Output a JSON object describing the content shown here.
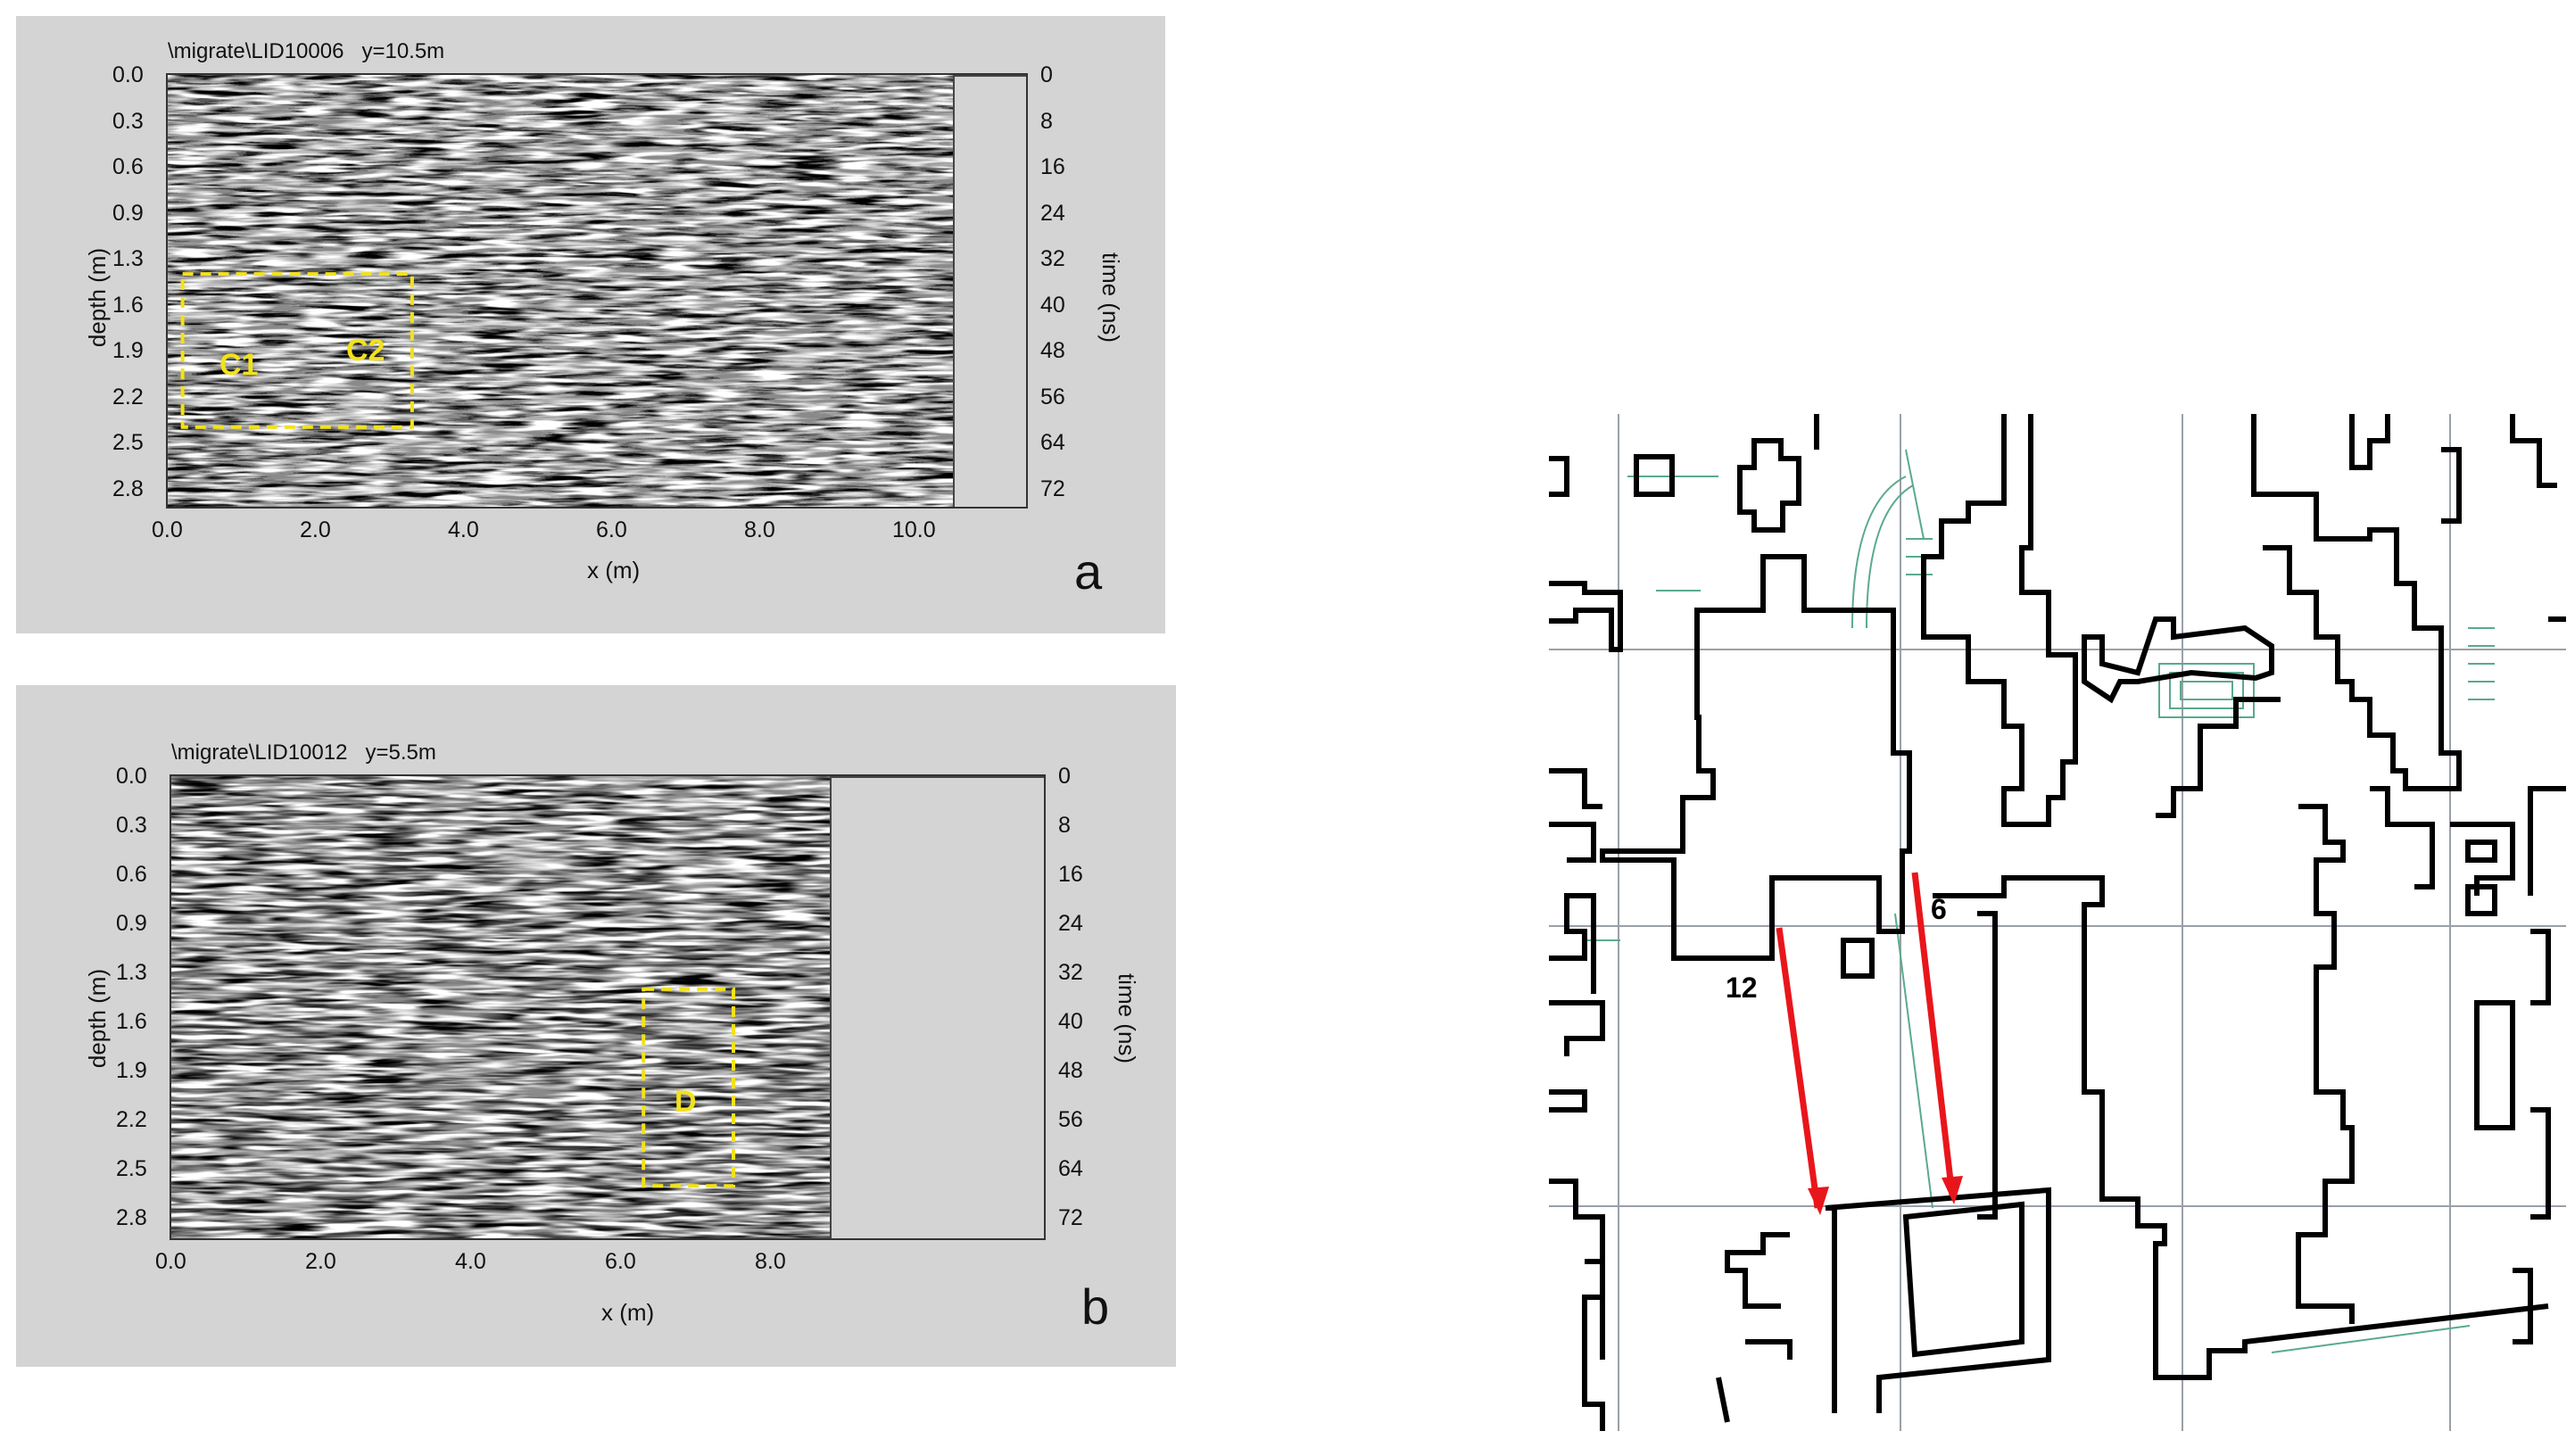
{
  "figure": {
    "panel_a": {
      "title": "\\migrate\\LID10006   y=10.5m",
      "xlabel": "x (m)",
      "ylabel_left": "depth (m)",
      "ylabel_right": "time (ns)",
      "depth_ticks": [
        "0.0",
        "0.3",
        "0.6",
        "0.9",
        "1.3",
        "1.6",
        "1.9",
        "2.2",
        "2.5",
        "2.8"
      ],
      "time_ticks": [
        "0",
        "8",
        "16",
        "24",
        "32",
        "40",
        "48",
        "56",
        "64",
        "72"
      ],
      "x_ticks": [
        "0.0",
        "2.0",
        "4.0",
        "6.0",
        "8.0",
        "10.0"
      ],
      "anomaly_labels": [
        "C1",
        "C2"
      ],
      "panel_letter": "a",
      "data_x_extent_m": 10.7,
      "box_x_m": [
        0.2,
        3.3
      ],
      "box_depth_m": [
        1.3,
        2.3
      ]
    },
    "panel_b": {
      "title": "\\migrate\\LID10012   y=5.5m",
      "xlabel": "x (m)",
      "ylabel_left": "depth (m)",
      "ylabel_right": "time (ns)",
      "depth_ticks": [
        "0.0",
        "0.3",
        "0.6",
        "0.9",
        "1.3",
        "1.6",
        "1.9",
        "2.2",
        "2.5",
        "2.8"
      ],
      "time_ticks": [
        "0",
        "8",
        "16",
        "24",
        "32",
        "40",
        "48",
        "56",
        "64",
        "72"
      ],
      "x_ticks": [
        "0.0",
        "2.0",
        "4.0",
        "6.0",
        "8.0"
      ],
      "anomaly_labels": [
        "D"
      ],
      "panel_letter": "b",
      "data_x_extent_m": 8.8,
      "box_x_m": [
        6.3,
        7.5
      ],
      "box_depth_m": [
        1.3,
        2.5
      ]
    },
    "map": {
      "profile_labels": [
        "12",
        "6"
      ],
      "arrow_color": "#e8161b",
      "wall_color": "#000000",
      "grid_color": "#9aa0a8",
      "feature_color": "#5aaa8c"
    },
    "colors": {
      "panel_bg": "#d4d4d4",
      "annotation": "#f2e21a"
    }
  }
}
